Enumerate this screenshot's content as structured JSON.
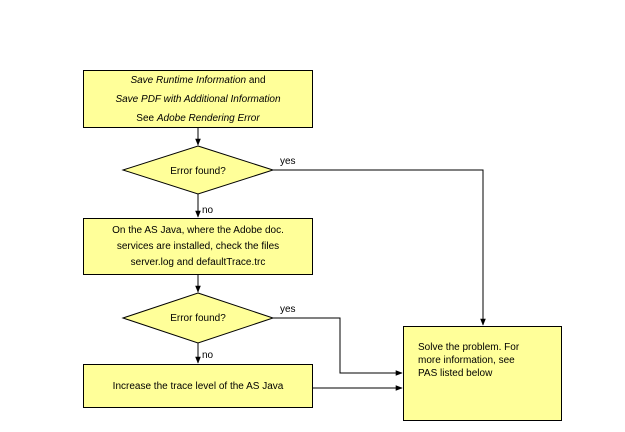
{
  "box1": {
    "line1_italic": "Save Runtime Information",
    "line1_rest": " and",
    "line2": "Save PDF with Additional Information",
    "line3_prefix": "See ",
    "line3_italic": "Adobe Rendering Error"
  },
  "decision1": {
    "text": "Error found?",
    "yes_label": "yes",
    "no_label": "no"
  },
  "box2": {
    "line1": "On the AS Java, where the Adobe doc.",
    "line2": "services are installed, check the files",
    "line3": "server.log and defaultTrace.trc"
  },
  "decision2": {
    "text": "Error found?",
    "yes_label": "yes",
    "no_label": "no"
  },
  "box3": {
    "text": "Increase the trace level of the AS Java"
  },
  "box4": {
    "line1": "Solve the problem. For",
    "line2": "more information, see",
    "line3": "PAS listed below"
  },
  "colors": {
    "box_fill": "#ffff99",
    "stroke": "#000000"
  }
}
